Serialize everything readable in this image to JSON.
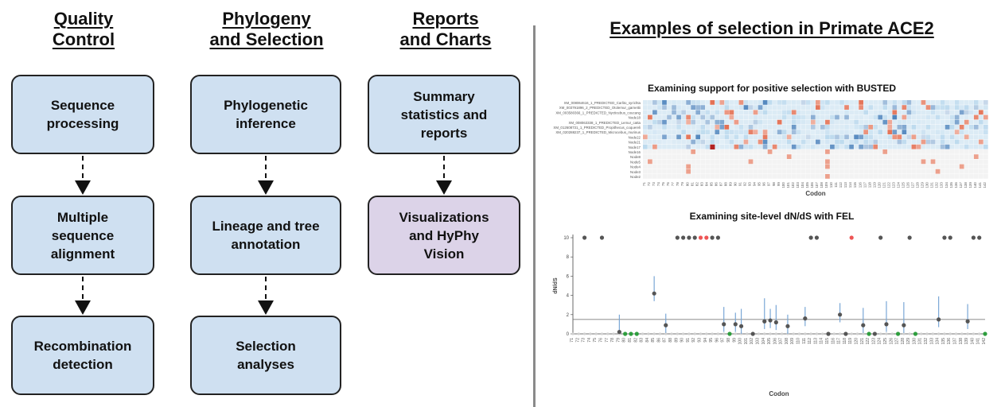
{
  "columns": [
    {
      "header": "Quality\nControl",
      "boxes": [
        "Sequence\nprocessing",
        "Multiple\nsequence\nalignment",
        "Recombination\ndetection"
      ]
    },
    {
      "header": "Phylogeny\nand Selection",
      "boxes": [
        "Phylogenetic\ninference",
        "Lineage and tree\nannotation",
        "Selection\nanalyses"
      ]
    },
    {
      "header": "Reports\nand Charts",
      "boxes": [
        "Summary\nstatistics and\nreports",
        "Visualizations\nand HyPhy\nVision"
      ]
    }
  ],
  "right_title": "Examples of selection in Primate ACE2",
  "busted": {
    "title": "Examining support for positive selection with BUSTED",
    "xlabel": "Codon",
    "row_labels": [
      "XM_008064616_1_PREDICTED_Carlito_syrichta",
      "XM_003791896_2_PREDICTED_Otolemur_garnettii",
      "XM_003580366_1_PREDICTED_Nycticebus_coucang",
      "Node18",
      "XM_008063338_1_PREDICTED_Lemur_catta",
      "XM_012608731_1_PREDICTED_Propithecus_coquereli",
      "XM_020288237_1_PREDICTED_Microcebus_murinus",
      "Node22",
      "Node21",
      "Node17",
      "Node16",
      "Node8",
      "Node5",
      "Node4",
      "Node3",
      "Node2"
    ]
  },
  "fel": {
    "title": "Examining site-level dN/dS with FEL",
    "xlabel": "Codon",
    "ylabel": "dN/dS",
    "yticks": [
      "0",
      "2",
      "4",
      "6",
      "8",
      "10"
    ]
  },
  "chart_data": [
    {
      "type": "heatmap",
      "title": "Examining support for positive selection with BUSTED",
      "xlabel": "Codon",
      "ylabel": "",
      "x_range": [
        71,
        142
      ]
    },
    {
      "type": "scatter",
      "title": "Examining site-level dN/dS with FEL",
      "xlabel": "Codon",
      "ylabel": "dN/dS",
      "x_range": [
        71,
        142
      ],
      "ylim": [
        0,
        10
      ],
      "mean_line": 1.5,
      "points": [
        {
          "codon": 73,
          "dnds": 10
        },
        {
          "codon": 76,
          "dnds": 10
        },
        {
          "codon": 79,
          "dnds": 0.2
        },
        {
          "codon": 80,
          "dnds": 0
        },
        {
          "codon": 81,
          "dnds": 0
        },
        {
          "codon": 82,
          "dnds": 0
        },
        {
          "codon": 85,
          "dnds": 4.2
        },
        {
          "codon": 87,
          "dnds": 0.9
        },
        {
          "codon": 89,
          "dnds": 10
        },
        {
          "codon": 90,
          "dnds": 10
        },
        {
          "codon": 91,
          "dnds": 10
        },
        {
          "codon": 92,
          "dnds": 10
        },
        {
          "codon": 93,
          "dnds": 10
        },
        {
          "codon": 94,
          "dnds": 10
        },
        {
          "codon": 95,
          "dnds": 10
        },
        {
          "codon": 96,
          "dnds": 10
        },
        {
          "codon": 97,
          "dnds": 1.0
        },
        {
          "codon": 98,
          "dnds": 0
        },
        {
          "codon": 99,
          "dnds": 1.0
        },
        {
          "codon": 100,
          "dnds": 0.8
        },
        {
          "codon": 102,
          "dnds": 0
        },
        {
          "codon": 104,
          "dnds": 1.3
        },
        {
          "codon": 105,
          "dnds": 1.4
        },
        {
          "codon": 106,
          "dnds": 1.2
        },
        {
          "codon": 108,
          "dnds": 0.8
        },
        {
          "codon": 111,
          "dnds": 1.6
        },
        {
          "codon": 112,
          "dnds": 10
        },
        {
          "codon": 113,
          "dnds": 10
        },
        {
          "codon": 115,
          "dnds": 0
        },
        {
          "codon": 117,
          "dnds": 2.0
        },
        {
          "codon": 118,
          "dnds": 0
        },
        {
          "codon": 119,
          "dnds": 10
        },
        {
          "codon": 121,
          "dnds": 0.9
        },
        {
          "codon": 122,
          "dnds": 0
        },
        {
          "codon": 123,
          "dnds": 0
        },
        {
          "codon": 124,
          "dnds": 10
        },
        {
          "codon": 125,
          "dnds": 1.0
        },
        {
          "codon": 127,
          "dnds": 0
        },
        {
          "codon": 128,
          "dnds": 0.9
        },
        {
          "codon": 129,
          "dnds": 10
        },
        {
          "codon": 130,
          "dnds": 0
        },
        {
          "codon": 134,
          "dnds": 1.5
        },
        {
          "codon": 135,
          "dnds": 10
        },
        {
          "codon": 136,
          "dnds": 10
        },
        {
          "codon": 139,
          "dnds": 1.3
        },
        {
          "codon": 140,
          "dnds": 10
        },
        {
          "codon": 141,
          "dnds": 10
        },
        {
          "codon": 142,
          "dnds": 0
        }
      ]
    }
  ],
  "colors": {
    "box_blue": "#cfe0f1",
    "box_purple": "#dcd3e8",
    "neg": "#2b6cb0",
    "pos": "#e06040",
    "strong_pos": "#b22222",
    "point": "#555555",
    "point_sig_pos": "#ee5555",
    "point_sig_neg": "#2e9e3e",
    "errbar": "#7aa7d6"
  }
}
